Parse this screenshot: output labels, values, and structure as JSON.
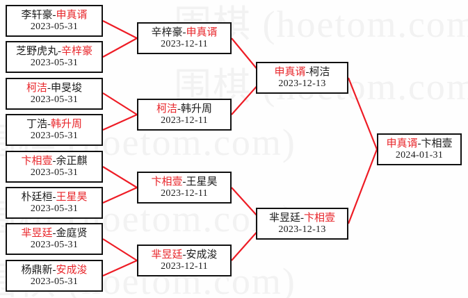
{
  "watermark": {
    "text": "围棋 (hoetom.com)",
    "color": "#f2f2f2"
  },
  "colors": {
    "winner": "#e8252a",
    "loser": "#1a1a1a",
    "box_border": "#111111",
    "connector": "#ee1c25",
    "background": "#ffffff"
  },
  "bracket": {
    "rounds": [
      {
        "name": "round-of-16",
        "matches": [
          {
            "id": "r1m1",
            "left": "李轩豪",
            "right": "申真谞",
            "winner": "right",
            "date": "2023-05-31"
          },
          {
            "id": "r1m2",
            "left": "芝野虎丸",
            "right": "辛梓豪",
            "winner": "right",
            "date": "2023-05-31"
          },
          {
            "id": "r1m3",
            "left": "柯洁",
            "right": "申旻埈",
            "winner": "left",
            "date": "2023-05-31"
          },
          {
            "id": "r1m4",
            "left": "丁浩",
            "right": "韩升周",
            "winner": "right",
            "date": "2023-05-31"
          },
          {
            "id": "r1m5",
            "left": "卞相壹",
            "right": "余正麒",
            "winner": "left",
            "date": "2023-05-31"
          },
          {
            "id": "r1m6",
            "left": "朴廷桓",
            "right": "王星昊",
            "winner": "right",
            "date": "2023-05-31"
          },
          {
            "id": "r1m7",
            "left": "芈昱廷",
            "right": "金庭贤",
            "winner": "left",
            "date": "2023-05-31"
          },
          {
            "id": "r1m8",
            "left": "杨鼎新",
            "right": "安成浚",
            "winner": "right",
            "date": "2023-05-31"
          }
        ]
      },
      {
        "name": "quarterfinals",
        "matches": [
          {
            "id": "r2m1",
            "left": "辛梓豪",
            "right": "申真谞",
            "winner": "right",
            "date": "2023-12-11"
          },
          {
            "id": "r2m2",
            "left": "柯洁",
            "right": "韩升周",
            "winner": "left",
            "date": "2023-12-11"
          },
          {
            "id": "r2m3",
            "left": "卞相壹",
            "right": "王星昊",
            "winner": "left",
            "date": "2023-12-11"
          },
          {
            "id": "r2m4",
            "left": "芈昱廷",
            "right": "安成浚",
            "winner": "left",
            "date": "2023-12-11"
          }
        ]
      },
      {
        "name": "semifinals",
        "matches": [
          {
            "id": "r3m1",
            "left": "申真谞",
            "right": "柯洁",
            "winner": "left",
            "date": "2023-12-13"
          },
          {
            "id": "r3m2",
            "left": "芈昱廷",
            "right": "卞相壹",
            "winner": "right",
            "date": "2023-12-13"
          }
        ]
      },
      {
        "name": "final",
        "matches": [
          {
            "id": "r4m1",
            "left": "申真谞",
            "right": "卞相壹",
            "winner": "left",
            "date": "2024-01-31"
          }
        ]
      }
    ]
  },
  "separator": "-"
}
